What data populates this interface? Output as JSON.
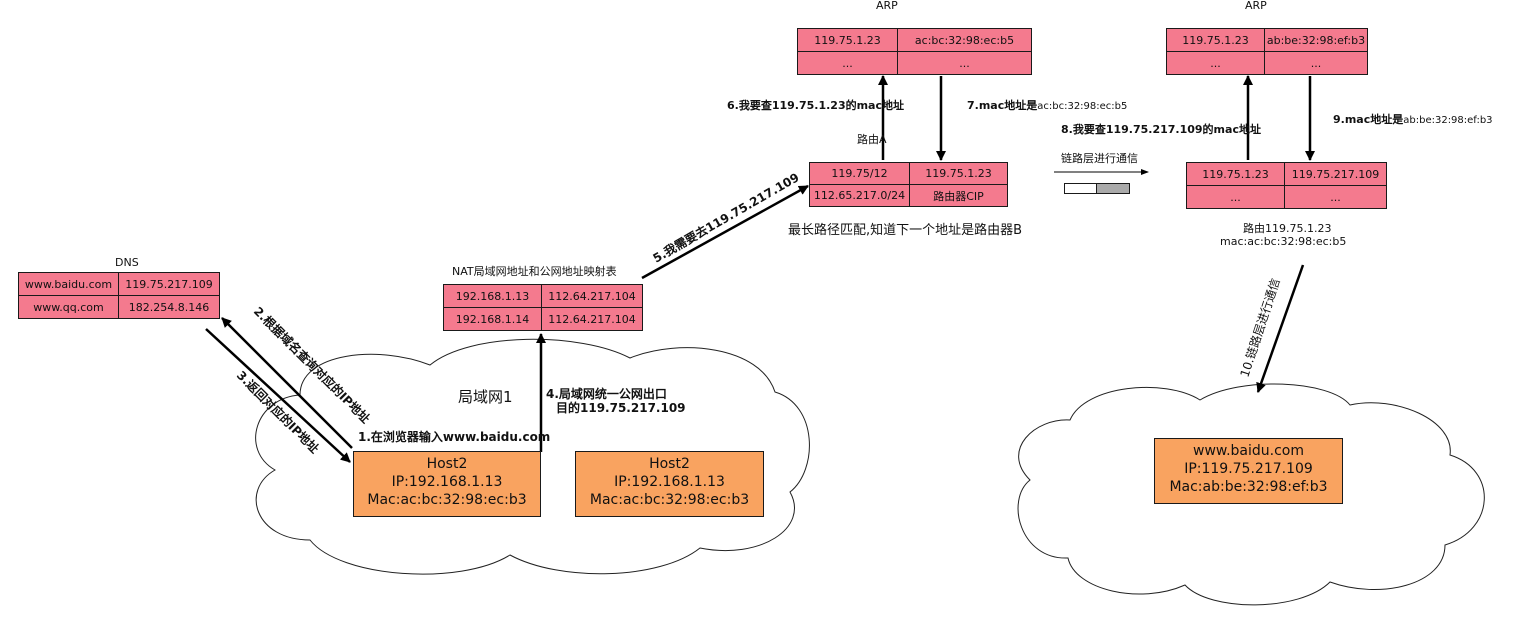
{
  "dns": {
    "title": "DNS",
    "rows": [
      [
        "www.baidu.com",
        "119.75.217.109"
      ],
      [
        "www.qq.com",
        "182.254.8.146"
      ]
    ]
  },
  "nat": {
    "title": "NAT局域网地址和公网地址映射表",
    "rows": [
      [
        "192.168.1.13",
        "112.64.217.104"
      ],
      [
        "192.168.1.14",
        "112.64.217.104"
      ]
    ]
  },
  "arp1": {
    "title": "ARP",
    "rows": [
      [
        "119.75.1.23",
        "ac:bc:32:98:ec:b5"
      ],
      [
        "...",
        "..."
      ]
    ]
  },
  "arp2": {
    "title": "ARP",
    "rows": [
      [
        "119.75.1.23",
        "ab:be:32:98:ef:b3"
      ],
      [
        "...",
        "..."
      ]
    ]
  },
  "router_a": {
    "label": "路由A",
    "rows": [
      [
        "119.75/12",
        "119.75.1.23"
      ],
      [
        "112.65.217.0/24",
        "路由器CIP"
      ]
    ],
    "note": "最长路径匹配,知道下一个地址是路由器B"
  },
  "router_b": {
    "rows": [
      [
        "119.75.1.23",
        "119.75.217.109"
      ],
      [
        "...",
        "..."
      ]
    ],
    "label_line1": "路由119.75.1.23",
    "label_line2": "mac:ac:bc:32:98:ec:b5"
  },
  "lan": {
    "label": "局域网1",
    "host1": {
      "name": "Host2",
      "ip": "IP:192.168.1.13",
      "mac": "Mac:ac:bc:32:98:ec:b3"
    },
    "host2": {
      "name": "Host2",
      "ip": "IP:192.168.1.13",
      "mac": "Mac:ac:bc:32:98:ec:b3"
    }
  },
  "server": {
    "name": "www.baidu.com",
    "ip": "IP:119.75.217.109",
    "mac": "Mac:ab:be:32:98:ef:b3"
  },
  "steps": {
    "s1": "1.在浏览器输入www.baidu.com",
    "s2": "2.根据域名查询对应的IP地址",
    "s3": "3.返回对应的IP地址",
    "s4_line1": "4.局域网统一公网出口",
    "s4_line2": "目的119.75.217.109",
    "s5": "5.我需要去119.75.217.109",
    "s6": "6.我要查119.75.1.23的mac地址",
    "s7_prefix": "7.mac地址是",
    "s7_value": "ac:bc:32:98:ec:b5",
    "s8": "8.我要查119.75.217.109的mac地址",
    "s9_prefix": "9.mac地址是",
    "s9_value": "ab:be:32:98:ef:b3",
    "s10": "10.链路层进行通信",
    "link": "链路层进行通信"
  },
  "colors": {
    "table": "#f47a8e",
    "host": "#f9a360",
    "line": "#000000"
  }
}
